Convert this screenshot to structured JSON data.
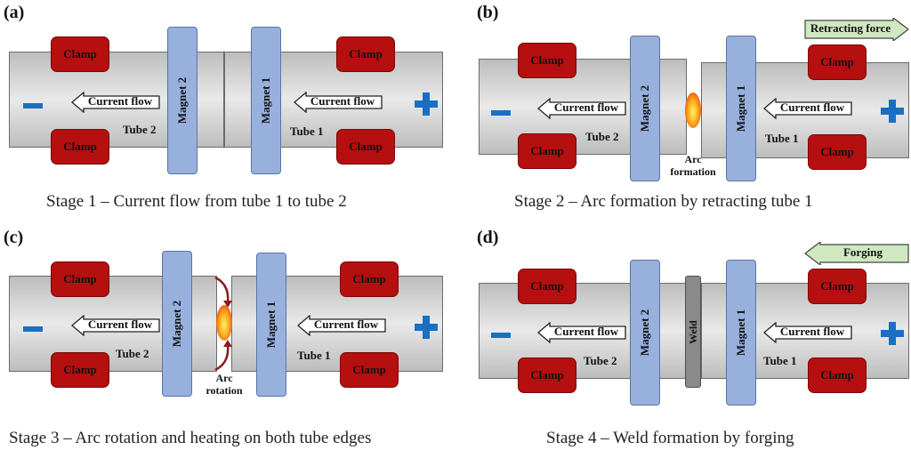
{
  "colors": {
    "clamp": "#b50f0f",
    "magnet": "#97b0dc",
    "tube": "#d6d6d6",
    "weld": "#8a8a8a",
    "polarity": "#1a6fc2",
    "force_arrow": "#cfe8c0"
  },
  "icons": {
    "minus": "minus-sign-icon",
    "plus": "plus-sign-icon",
    "arc": "arc-flame-icon",
    "arc_rotation": "rotation-arrows-icon"
  },
  "common": {
    "clamp": "Clamp",
    "magnet_1": "Magnet 1",
    "magnet_2": "Magnet 2",
    "tube_1": "Tube 1",
    "tube_2": "Tube 2",
    "current_flow": "Current flow"
  },
  "panels": [
    {
      "label": "(a)",
      "caption": "Stage 1 – Current flow from tube 1 to tube 2"
    },
    {
      "label": "(b)",
      "caption": "Stage 2 – Arc formation by retracting tube 1",
      "note_line1": "Arc",
      "note_line2": "formation",
      "force": "Retracting force"
    },
    {
      "label": "(c)",
      "caption": "Stage 3 – Arc rotation and heating on both tube edges",
      "note_line1": "Arc",
      "note_line2": "rotation"
    },
    {
      "label": "(d)",
      "caption": "Stage 4 – Weld formation by forging",
      "weld": "Weld",
      "force": "Forging"
    }
  ]
}
